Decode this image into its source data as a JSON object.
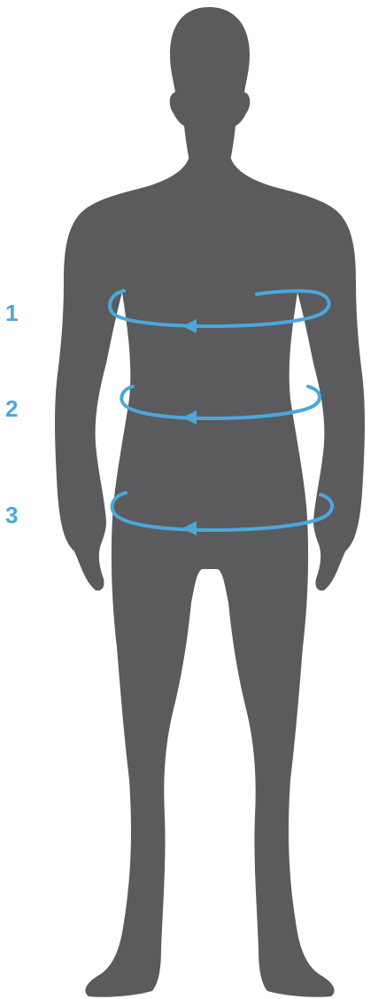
{
  "colors": {
    "silhouette": "#5b5b5d",
    "measurement": "#4aa8dc",
    "background": "#ffffff"
  },
  "measurements": [
    {
      "number": "1",
      "icon": "chest-measurement-loop-icon"
    },
    {
      "number": "2",
      "icon": "waist-measurement-loop-icon"
    },
    {
      "number": "3",
      "icon": "hip-measurement-loop-icon"
    }
  ],
  "figure": {
    "icon": "male-body-silhouette-icon"
  }
}
